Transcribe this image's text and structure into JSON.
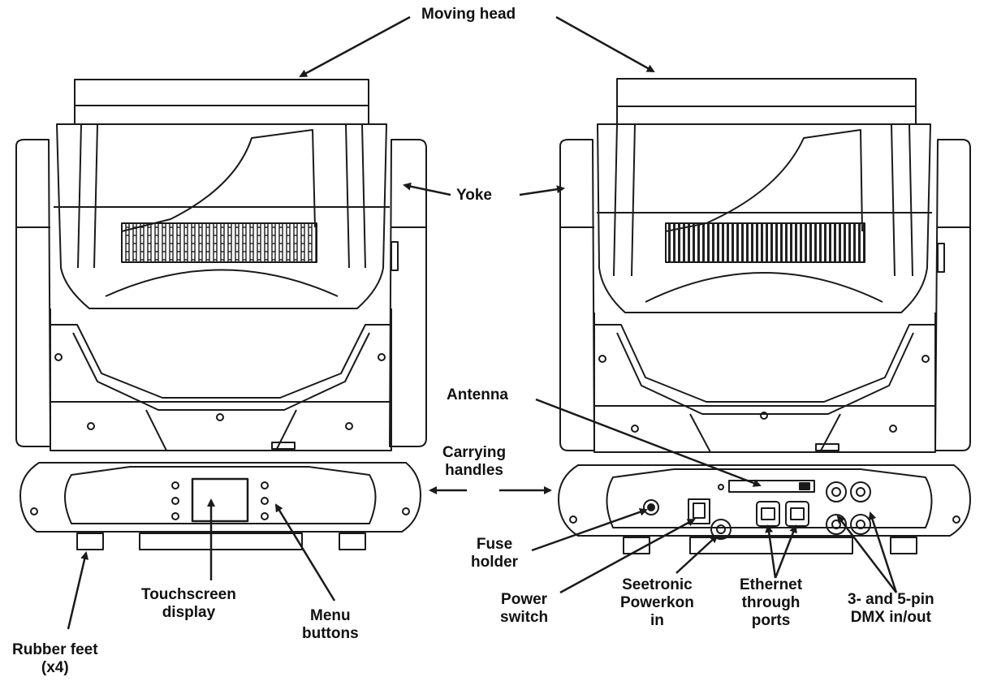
{
  "labels": {
    "moving_head": "Moving head",
    "yoke": "Yoke",
    "antenna": "Antenna",
    "carrying_handles": [
      "Carrying",
      "handles"
    ],
    "fuse_holder": [
      "Fuse",
      "holder"
    ],
    "power_switch": [
      "Power",
      "switch"
    ],
    "seetronic": [
      "Seetronic",
      "Powerkon",
      "in"
    ],
    "ethernet": [
      "Ethernet",
      "through",
      "ports"
    ],
    "dmx": [
      "3- and 5-pin",
      "DMX in/out"
    ],
    "touchscreen": [
      "Touchscreen",
      "display"
    ],
    "menu_buttons": [
      "Menu",
      "buttons"
    ],
    "rubber_feet": [
      "Rubber feet",
      "(x4)"
    ]
  },
  "colors": {
    "line": "#1a1a1a",
    "background": "#ffffff"
  }
}
